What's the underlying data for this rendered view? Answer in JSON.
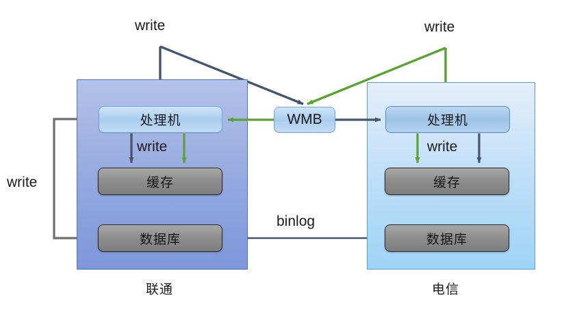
{
  "diagram": {
    "title_left": "联通",
    "title_right": "电信",
    "colors": {
      "arrow_dark": "#45556b",
      "arrow_green": "#5aa32e",
      "arrow_gray": "#6e6e6e",
      "panel_left_fill": "#93a8e0",
      "panel_left_border": "#4a6fc4",
      "panel_right_fill": "#b8dcf7",
      "panel_right_border": "#5b9bd5",
      "node_blue": "#aacdee",
      "node_gray": "#8f8f8f"
    }
  },
  "labels": {
    "write_top_left": "write",
    "write_top_right": "write",
    "write_left_outer": "write",
    "write_left_inner": "write",
    "write_right_inner": "write",
    "binlog": "binlog"
  },
  "nodes": {
    "wmb": "WMB",
    "left": {
      "processor": "处理机",
      "cache": "缓存",
      "database": "数据库"
    },
    "right": {
      "processor": "处理机",
      "cache": "缓存",
      "database": "数据库"
    }
  },
  "panels": {
    "left_caption": "联通",
    "right_caption": "电信"
  }
}
